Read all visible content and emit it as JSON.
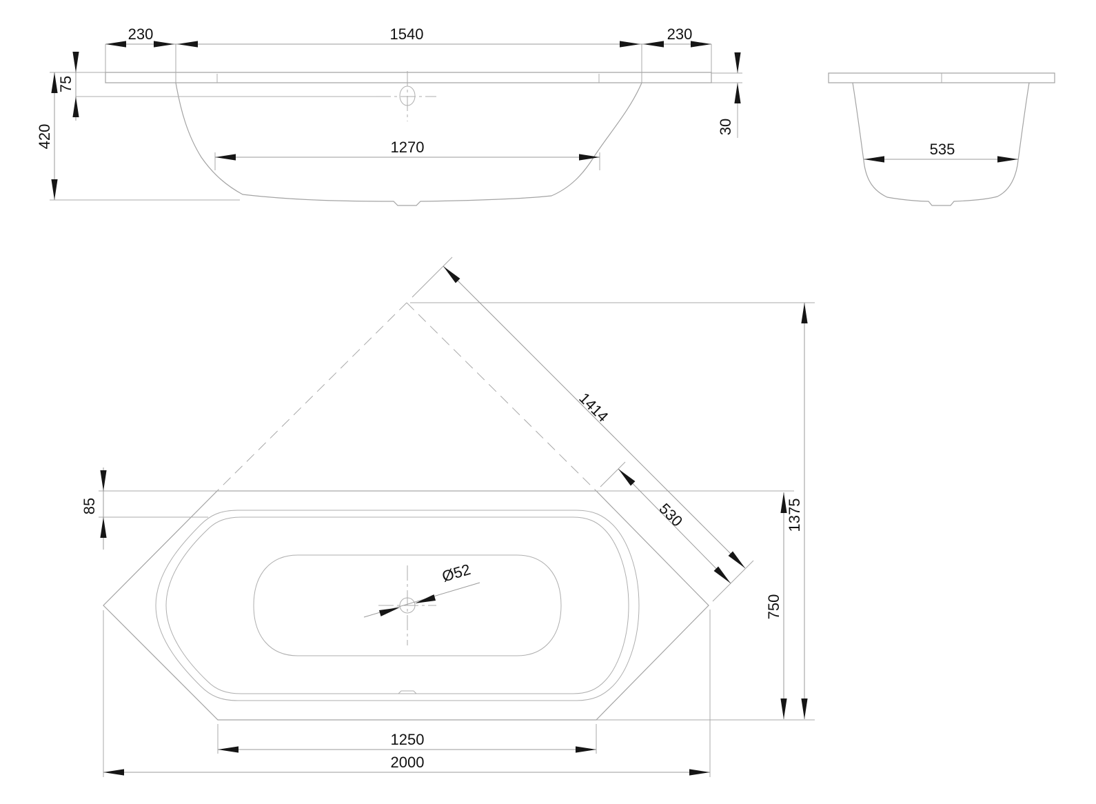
{
  "drawing": {
    "type": "technical-dimension-drawing",
    "subject": "hexagonal bathtub, three orthographic views",
    "colors": {
      "background": "#ffffff",
      "line": "#a3a3a3",
      "ink": "#111111"
    },
    "dims": {
      "side": {
        "d230_left": "230",
        "d1540": "1540",
        "d230_right": "230",
        "d75": "75",
        "d420": "420",
        "d30": "30",
        "d1270": "1270"
      },
      "end": {
        "d535": "535"
      },
      "plan": {
        "d85": "85",
        "d1414": "1414",
        "d530": "530",
        "d1375": "1375",
        "d750": "750",
        "d52": "Ø52",
        "d1250": "1250",
        "d2000": "2000"
      }
    }
  }
}
